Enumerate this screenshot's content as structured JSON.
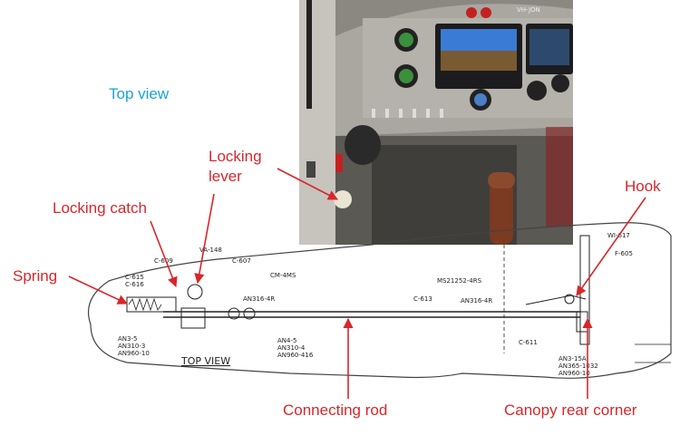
{
  "labels": {
    "top_view": "Top view",
    "locking_lever": "Locking\nlever",
    "locking_catch": "Locking catch",
    "spring": "Spring",
    "hook": "Hook",
    "connecting_rod": "Connecting rod",
    "canopy_rear_corner": "Canopy rear corner"
  },
  "photo": {
    "registration": "VH-JON"
  },
  "drawing": {
    "title": "TOP VIEW",
    "part_callouts": [
      "C-609",
      "VA-148",
      "C-607",
      "C-613",
      "C-616",
      "CM-4MS",
      "AN316-4R",
      "C-615",
      "MS21252-4RS",
      "AN316-4R",
      "AN3-5",
      "AN310-3",
      "AN960-10",
      "AN4-5",
      "AN310-4",
      "AN960-416",
      "C-611",
      "AN3-15A",
      "AN365-1032",
      "AN960-10",
      "WI-617",
      "F-605"
    ]
  },
  "colors": {
    "callout_red": "#d8262b",
    "view_blue": "#1ba3d9"
  }
}
